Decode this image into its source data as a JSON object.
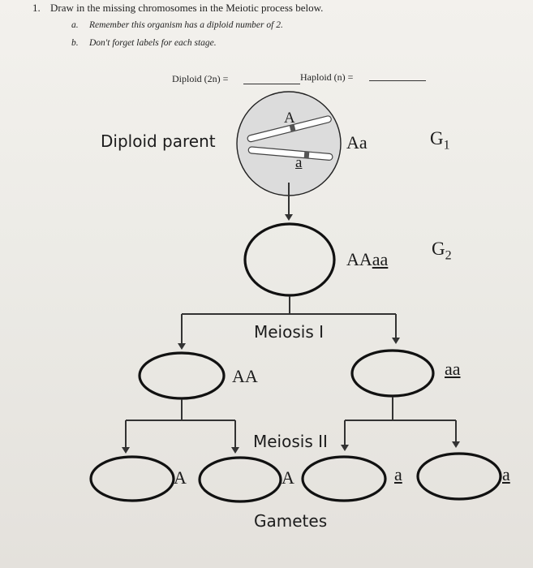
{
  "question": {
    "number": "1.",
    "text": "Draw in the missing chromosomes in the Meiotic process below.",
    "items": [
      {
        "letter": "a.",
        "text": "Remember this organism has a diploid number of 2."
      },
      {
        "letter": "b.",
        "text": "Don't forget labels for each stage."
      }
    ]
  },
  "fields": {
    "diploid_label": "Diploid (2n) =",
    "haploid_label": "Haploid (n) ="
  },
  "diagram": {
    "diploid_parent": "Diploid parent",
    "chrom_upper": "A",
    "chrom_lower": "a",
    "g1_genotype": "Aa",
    "g1_stage": "G",
    "g1_sub": "1",
    "g2_genotype_a": "AA",
    "g2_genotype_b": "aa",
    "g2_stage": "G",
    "g2_sub": "2",
    "meiosis1": "Meiosis I",
    "left_cell": "AA",
    "right_cell": "aa",
    "meiosis2": "Meiosis II",
    "gamete1": "A",
    "gamete2": "A",
    "gamete3": "a",
    "gamete4": "a",
    "gametes": "Gametes"
  }
}
